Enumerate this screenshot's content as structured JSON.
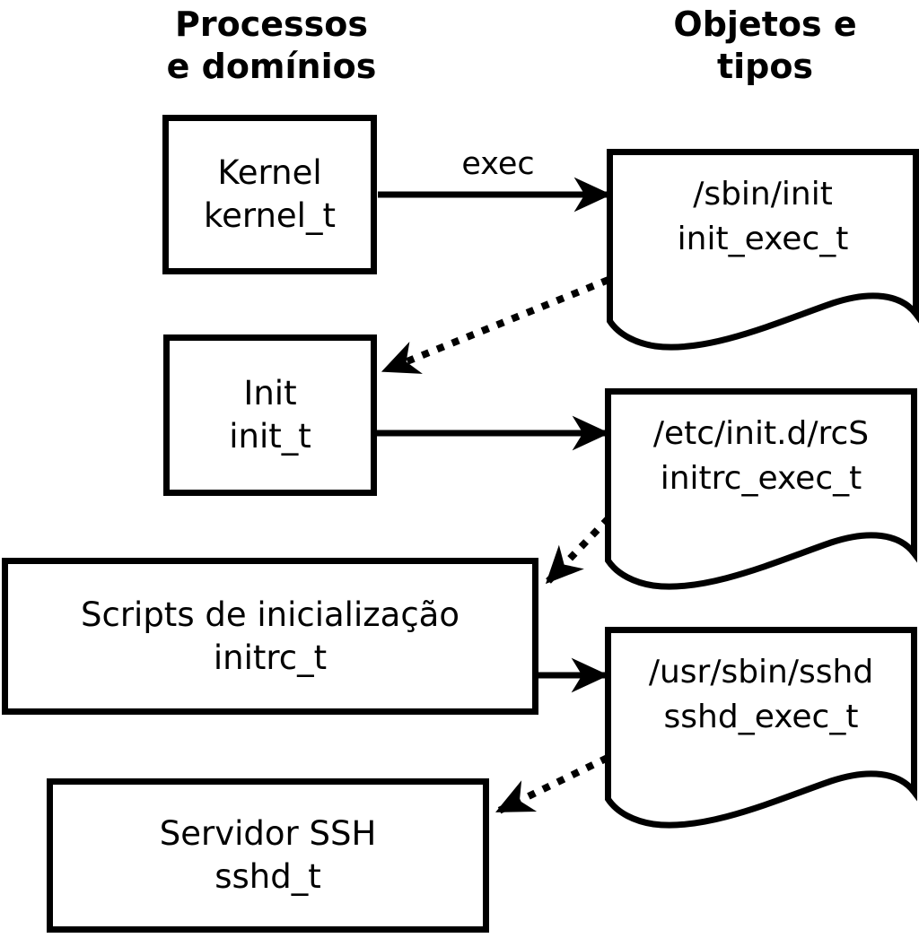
{
  "diagram": {
    "column_headers": {
      "left": {
        "line1": "Processos",
        "line2": "e domínios"
      },
      "right": {
        "line1": "Objetos e",
        "line2": "tipos"
      }
    },
    "processes": [
      {
        "name": "Kernel",
        "domain": "kernel_t"
      },
      {
        "name": "Init",
        "domain": "init_t"
      },
      {
        "name": "Scripts de inicialização",
        "domain": "initrc_t"
      },
      {
        "name": "Servidor SSH",
        "domain": "sshd_t"
      }
    ],
    "objects": [
      {
        "path": "/sbin/init",
        "type": "init_exec_t"
      },
      {
        "path": "/etc/init.d/rcS",
        "type": "initrc_exec_t"
      },
      {
        "path": "/usr/sbin/sshd",
        "type": "sshd_exec_t"
      }
    ],
    "labels": {
      "exec": "exec"
    },
    "colors": {
      "line": "#000000",
      "text": "#000000",
      "shape_fill": "#ffffff",
      "background": "#ffffff"
    }
  }
}
